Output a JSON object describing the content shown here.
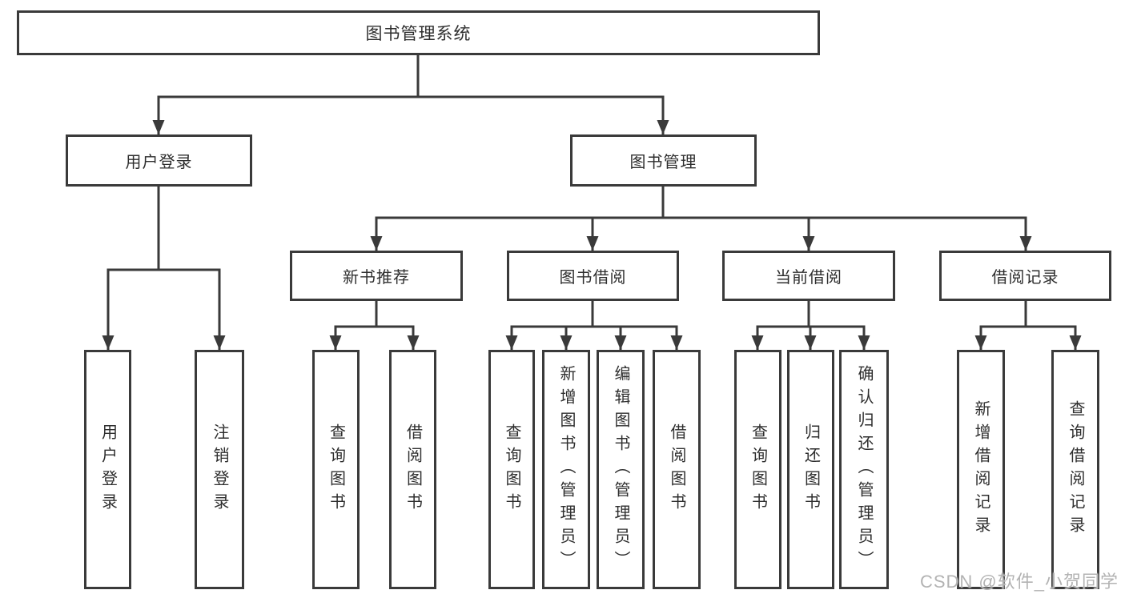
{
  "watermark": "CSDN @软件_小贺同学",
  "diagram": {
    "root": {
      "label": "图书管理系统"
    },
    "level2": [
      {
        "label": "用户登录",
        "children": [
          {
            "label": "用户登录"
          },
          {
            "label": "注销登录"
          }
        ]
      },
      {
        "label": "图书管理"
      }
    ],
    "level3": [
      {
        "label": "新书推荐",
        "children": [
          {
            "label": "查询图书"
          },
          {
            "label": "借阅图书"
          }
        ]
      },
      {
        "label": "图书借阅",
        "children": [
          {
            "label": "查询图书"
          },
          {
            "label": "新增图书（管理员）"
          },
          {
            "label": "编辑图书（管理员）"
          },
          {
            "label": "借阅图书"
          }
        ]
      },
      {
        "label": "当前借阅",
        "children": [
          {
            "label": "查询图书"
          },
          {
            "label": "归还图书"
          },
          {
            "label": "确认归还（管理员）"
          }
        ]
      },
      {
        "label": "借阅记录",
        "children": [
          {
            "label": "新增借阅记录"
          },
          {
            "label": "查询借阅记录"
          }
        ]
      }
    ]
  }
}
